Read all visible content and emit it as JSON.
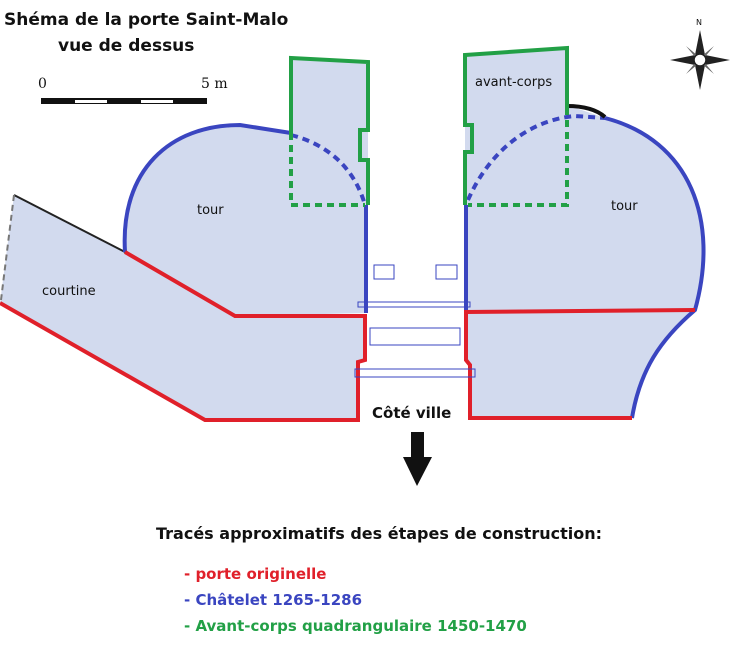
{
  "title_line1": "Shéma de la porte Saint-Malo",
  "title_line2": "vue de dessus",
  "scale": {
    "start": "0",
    "end": "5 m"
  },
  "labels": {
    "tour_left": "tour",
    "tour_right": "tour",
    "courtine": "courtine",
    "avant_corps": "avant-corps",
    "cote_ville": "Côté ville"
  },
  "compass": "N",
  "legend": {
    "title": "Tracés approximatifs des étapes de construction:",
    "items": [
      {
        "label": "- porte originelle",
        "color": "#e0202a"
      },
      {
        "label": "- Châtelet 1265-1286",
        "color": "#3a45c0"
      },
      {
        "label": "- Avant-corps quadrangulaire 1450-1470",
        "color": "#22a046"
      }
    ]
  }
}
